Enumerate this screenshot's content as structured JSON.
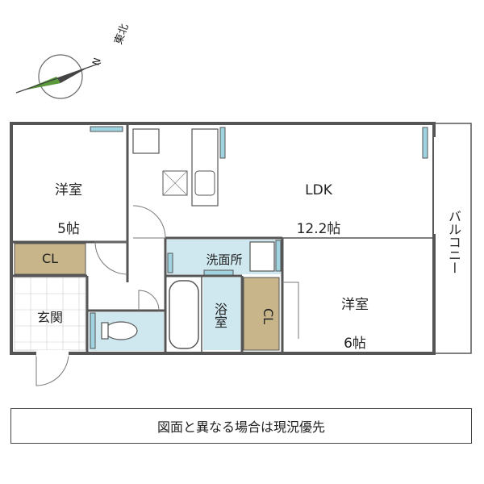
{
  "compass": {
    "kanji_vertical": "東北",
    "letter": "N"
  },
  "rooms": {
    "western1": {
      "name": "洋室",
      "size": "5帖"
    },
    "ldk": {
      "name": "LDK",
      "size": "12.2帖"
    },
    "western2": {
      "name": "洋室",
      "size": "6帖"
    },
    "closet1": "CL",
    "closet2": "CL",
    "entrance": "玄関",
    "washroom": "洗面所",
    "bath": "浴室",
    "balcony": "バルコニー"
  },
  "disclaimer": "図面と異なる場合は現況優先",
  "colors": {
    "wall": "#555555",
    "closet": "#c8b68a",
    "tile": "#cfe8f0",
    "window": "#9fd3e0"
  }
}
